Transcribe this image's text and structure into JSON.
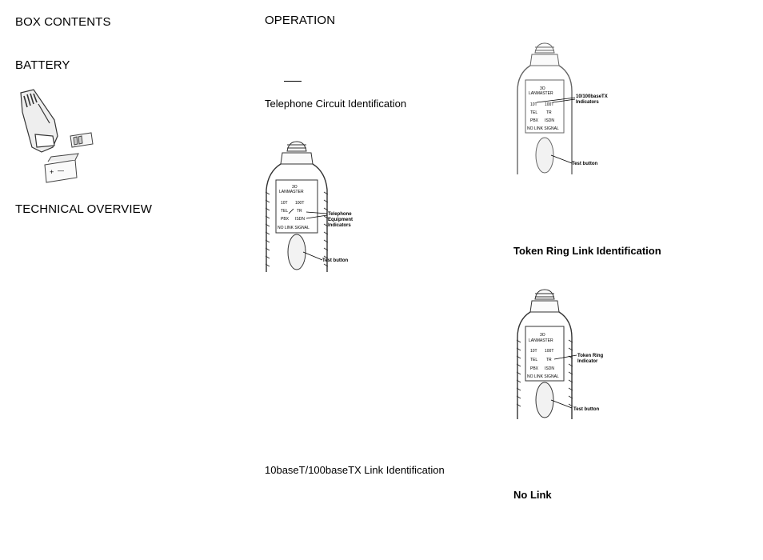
{
  "left": {
    "box_contents": "BOX CONTENTS",
    "battery": "BATTERY",
    "technical_overview": "TECHNICAL OVERVIEW"
  },
  "middle": {
    "operation": "OPERATION",
    "telephone_circuit": "Telephone Circuit Identification",
    "link_10_100": "10baseT/100baseTX Link Identification"
  },
  "right": {
    "token_ring": "Token Ring Link Identification",
    "no_link": "No Link"
  },
  "device": {
    "brand": "LANMASTER",
    "logo": "3O",
    "led_10t": "10T",
    "led_100t": "100T",
    "led_tel": "TEL",
    "led_tr": "TR",
    "led_pbx": "PBX",
    "led_isdn": "ISDN",
    "led_nolink": "NO LINK SIGNAL"
  },
  "callouts": {
    "telephone_1": "Telephone",
    "telephone_2": "Equipment",
    "telephone_3": "Indicators",
    "test_button": "Test button",
    "tx_1": "10/100baseTX",
    "tx_2": "Indicators",
    "token_1": "Token Ring",
    "token_2": "Indicator"
  },
  "battery_fig": {
    "plus": "+",
    "minus": "—"
  }
}
